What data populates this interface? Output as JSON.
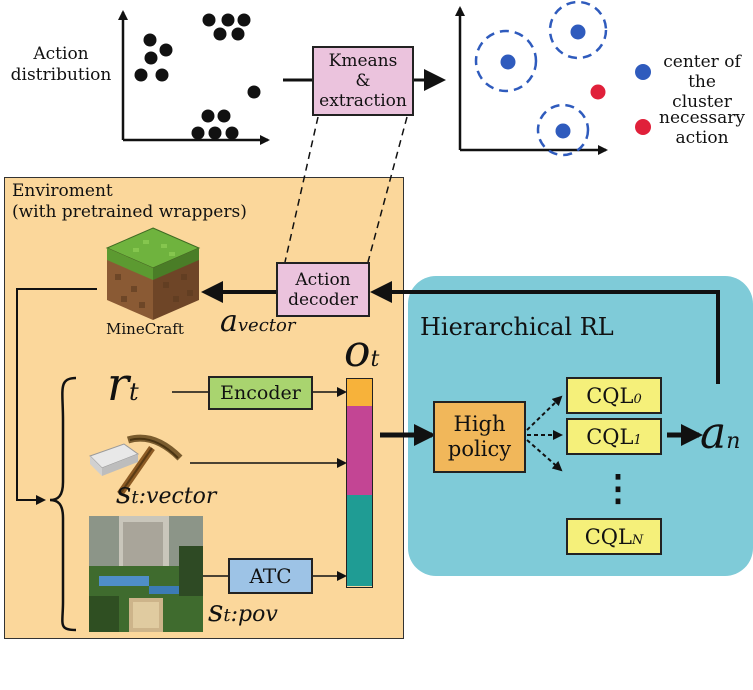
{
  "top": {
    "action_distribution": "Action\ndistribution",
    "kmeans_box": "Kmeans\n&\nextraction",
    "legend_center": "center of\nthe cluster",
    "legend_necessary": "necessary\naction"
  },
  "env": {
    "title": "Enviroment\n(with pretrained wrappers)",
    "minecraft_label": "MineCraft",
    "a_vector_main": "a",
    "a_vector_sub": "vector",
    "action_decoder": "Action\ndecoder",
    "r_main": "r",
    "r_sub": "t",
    "encoder": "Encoder",
    "s_vec_main": "s",
    "s_vec_sub": "t",
    "s_vec_suffix": ":vector",
    "s_pov_main": "s",
    "s_pov_sub": "t",
    "s_pov_suffix": ":pov",
    "atc": "ATC",
    "o_main": "o",
    "o_sub": "t"
  },
  "hrl": {
    "title": "Hierarchical RL",
    "high_policy": "High\npolicy",
    "cql0_main": "CQL",
    "cql0_sub": "0",
    "cql1_main": "CQL",
    "cql1_sub": "1",
    "cqln_main": "CQL",
    "cqln_sub": "N",
    "dots": "⋮",
    "an_main": "a",
    "an_sub": "n"
  },
  "colors": {
    "env_bg": "#fbd79b",
    "hrl_bg": "#7fcbd8",
    "kmeans_bg": "#ebc3dd",
    "decoder_bg": "#ebc3dd",
    "encoder_bg": "#a9d46f",
    "atc_bg": "#9dc3e6",
    "high_policy_bg": "#f1b75a",
    "cql_bg": "#f5f07a",
    "bar_orange": "#f7b23a",
    "bar_magenta": "#c34594",
    "bar_teal": "#1f9c94",
    "cluster_blue": "#2f5bbd",
    "necessary_red": "#e0203a"
  },
  "icons": [
    "grass-block-icon",
    "pickaxe-iron-icon",
    "pov-screenshot-icon"
  ]
}
